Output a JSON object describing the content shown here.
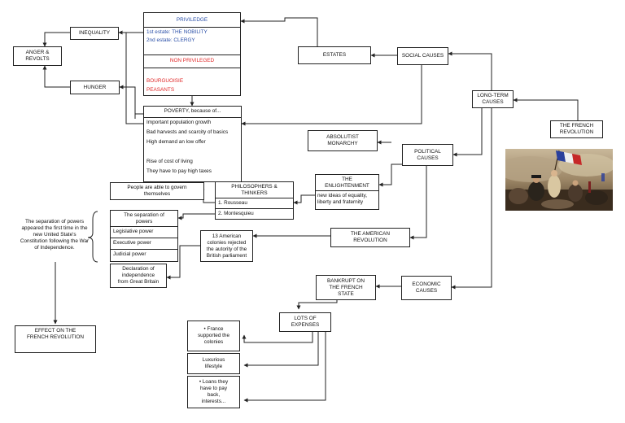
{
  "privilege": {
    "title": "PRIVILEDGE",
    "estate1": "1st estate: THE NOBILITY",
    "estate2": "2nd estate:  CLERGY",
    "non_title": "NON PRIVILEGED",
    "estate3a": "BOURGUOISIE",
    "estate3b": "PEASANTS"
  },
  "inequality": "INEQUALITY",
  "anger": "ANGER &\nREVOLTS",
  "hunger": "HUNGER",
  "estates": "ESTATES",
  "social": "SOCIAL CAUSES",
  "longterm": "LONG-TERM\nCAUSES",
  "french_rev": "THE FRENCH\nREVOLUTION",
  "poverty": {
    "title": "POVERTY, because of...",
    "items": [
      "Important population growth",
      "Bad harvests and scarcity of basics",
      "High demand an low offer",
      "",
      "Rise of cost of living",
      "They have to pay high taxes"
    ]
  },
  "absolutist": "ABSOLUTIST\nMONARCHY",
  "political": "POLITICAL\nCAUSES",
  "enlightenment": {
    "title": "THE\nENLIGHTENMENT",
    "body": "new ideas of equality, liberty and fraternity"
  },
  "philosophers": {
    "title": "PHILOSOPHERS &\nTHINKERS",
    "items": [
      "1. Rousseau",
      "2. Montesquieu"
    ]
  },
  "govern": "People are able to govern\nthemselves",
  "separation": {
    "title": "The separation of\npowers",
    "items": [
      "Legislative power",
      "Executive power",
      "Judicial power"
    ]
  },
  "separation_note": "The separation of powers appeared the first time in the new United State's Constitution following the War of Independence.",
  "colonies": "13 American\ncolonies rejected\nthe autority of the\nBritish parliament",
  "american_rev": "THE AMERICAN\nREVOLUTION",
  "declaration": "Declaration of\nindependence\nfrom Great Britain",
  "effect": "EFFECT ON THE\nFRENCH REVOLUTION",
  "bankrupt": "BANKRUPT ON\nTHE  FRENCH\nSTATE",
  "economic": "ECONOMIC\nCAUSES",
  "expenses": "LOTS OF\nEXPENSES",
  "supported": "• France\nsupported the\ncolonies",
  "luxurious": "Luxurious\nlifestyle",
  "loans": "• Loans they\nhave to pay\nback,\ninterests...",
  "colors": {
    "blue_text": "#2a4fa8",
    "red_text": "#e02828",
    "line": "#222222"
  },
  "image": "painting-liberty-leading-the-people"
}
